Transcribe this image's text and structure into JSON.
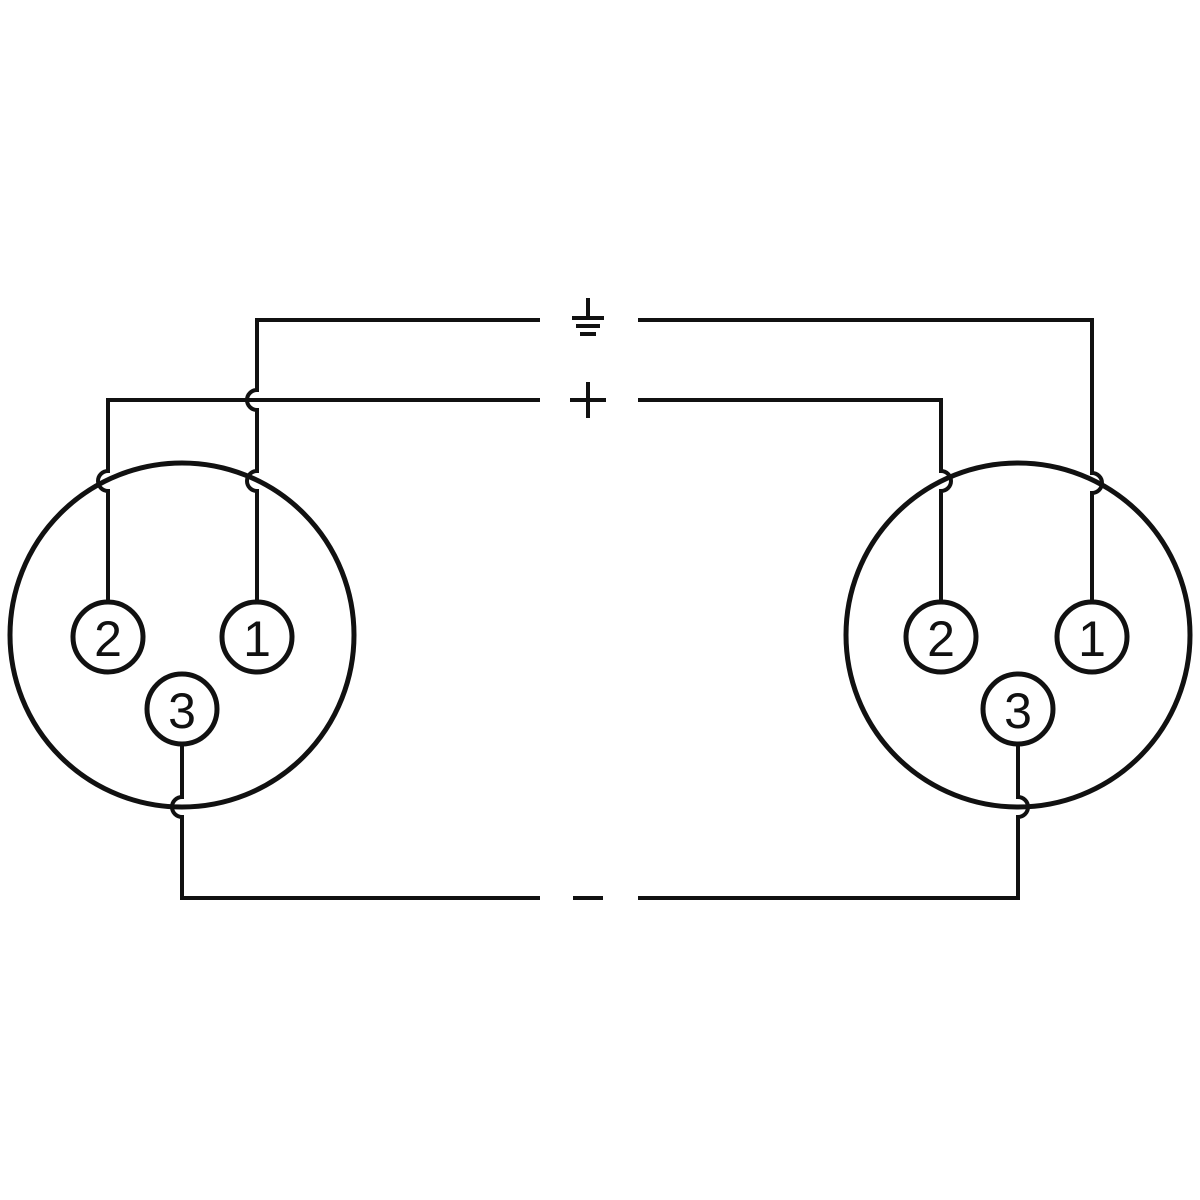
{
  "diagram": {
    "type": "XLR 3-pin cable wiring diagram",
    "colors": {
      "line": "#111111",
      "background": "#ffffff"
    },
    "signals": [
      {
        "id": "ground",
        "symbol": "ground-icon",
        "label": "⏚"
      },
      {
        "id": "plus",
        "symbol": "plus-icon",
        "label": "+"
      },
      {
        "id": "minus",
        "symbol": "minus-icon",
        "label": "−"
      }
    ],
    "connectors": {
      "left": {
        "pins": [
          {
            "number": "2",
            "signal": "plus"
          },
          {
            "number": "1",
            "signal": "ground"
          },
          {
            "number": "3",
            "signal": "minus"
          }
        ]
      },
      "right": {
        "pins": [
          {
            "number": "2",
            "signal": "plus"
          },
          {
            "number": "1",
            "signal": "ground"
          },
          {
            "number": "3",
            "signal": "minus"
          }
        ]
      }
    }
  }
}
